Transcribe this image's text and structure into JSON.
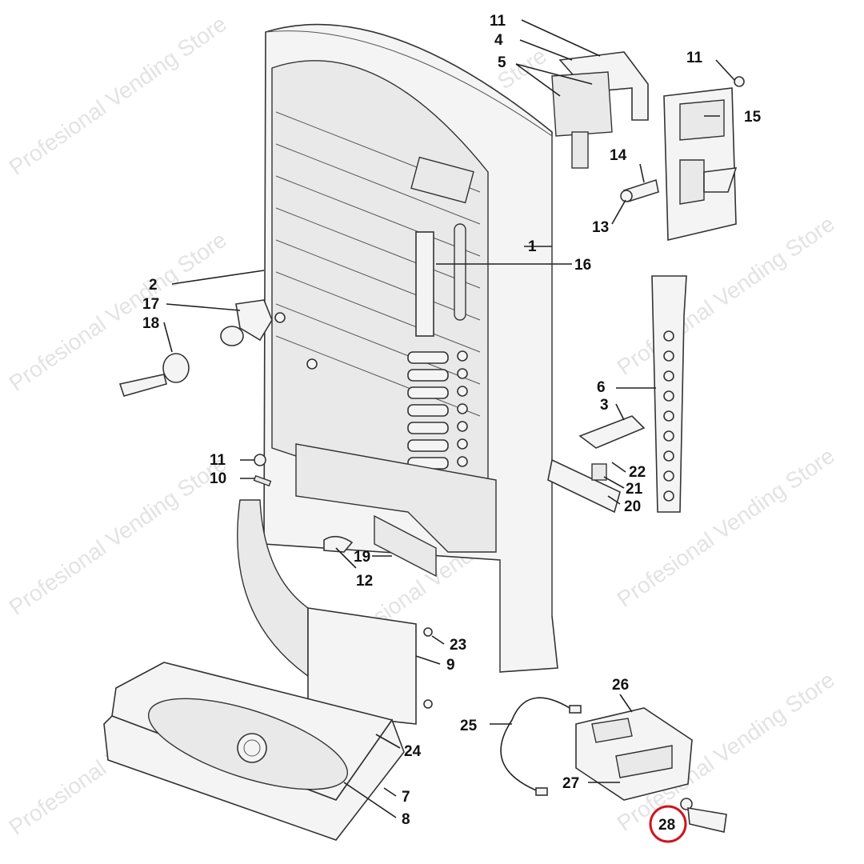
{
  "watermark": "Profesional Vending Store",
  "highlight_color": "#d0141e",
  "highlighted_part": "28",
  "labels": {
    "l11a": "11",
    "l4": "4",
    "l5": "5",
    "l11b": "11",
    "l15": "15",
    "l14": "14",
    "l13": "13",
    "l1": "1",
    "l16": "16",
    "l2": "2",
    "l17": "17",
    "l18": "18",
    "l6": "6",
    "l3": "3",
    "l22": "22",
    "l21": "21",
    "l20": "20",
    "l11c": "11",
    "l10": "10",
    "l19": "19",
    "l12": "12",
    "l23": "23",
    "l9": "9",
    "l26": "26",
    "l25": "25",
    "l24": "24",
    "l27": "27",
    "l7": "7",
    "l8": "8",
    "l28": "28"
  }
}
